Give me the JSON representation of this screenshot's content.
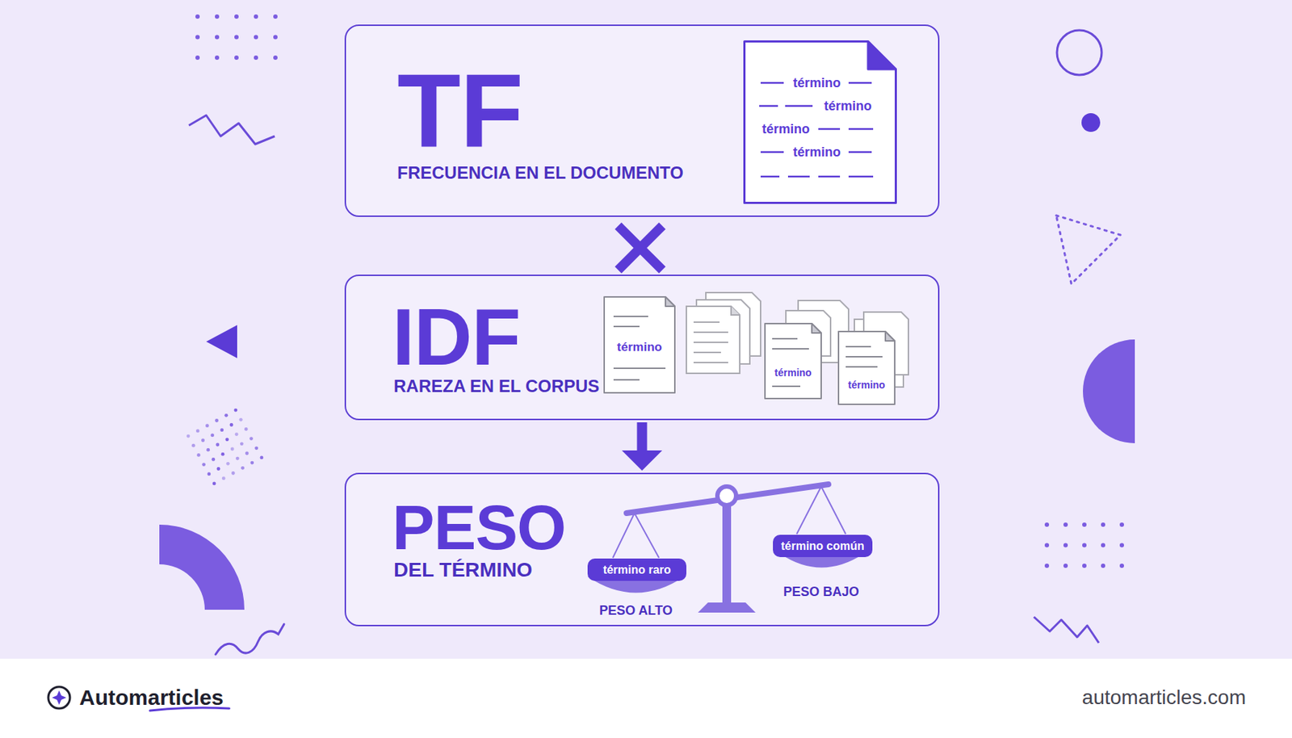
{
  "diagram": {
    "nodes": [
      {
        "text": [
          "TF",
          "FRECUENCIA EN EL DOCUMENTO"
        ]
      },
      {
        "text": [
          "término",
          "término",
          "término",
          "término"
        ],
        "in": 0
      },
      {
        "text": [
          "IDF",
          "RAREZA EN EL CORPUS"
        ]
      },
      {
        "text": [
          "término"
        ],
        "in": 2
      },
      {
        "text": [
          "término"
        ],
        "in": 2
      },
      {
        "text": [
          "término"
        ],
        "in": 2
      },
      {
        "text": [
          "PESO",
          "DEL TÉRMINO"
        ]
      },
      {
        "text": [
          "término raro"
        ],
        "in": 6
      },
      {
        "text": [
          "término común"
        ],
        "in": 6
      }
    ],
    "edges": [
      {
        "from": 2,
        "to": 6,
        "arrow": "to"
      }
    ],
    "labels": [
      "PESO ALTO",
      "PESO BAJO",
      "Automarticles",
      "automarticles.com"
    ]
  }
}
